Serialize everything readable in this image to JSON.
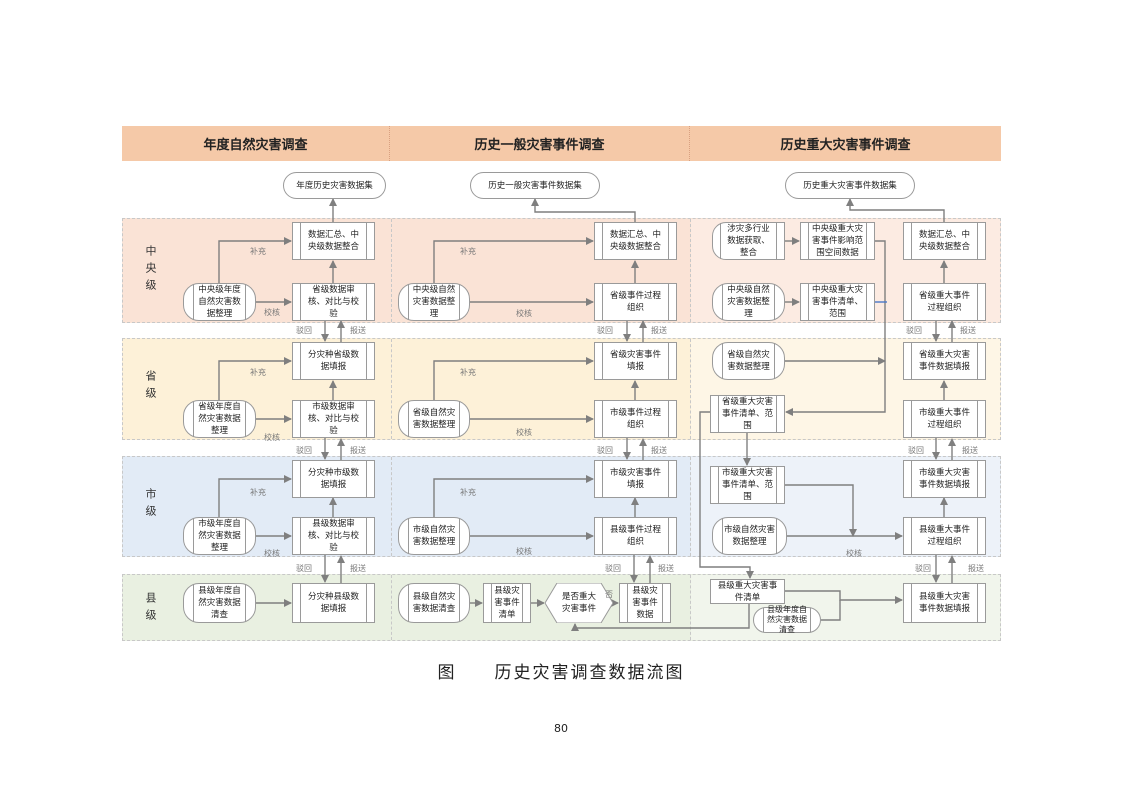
{
  "header": {
    "col1": "年度自然灾害调查",
    "col2": "历史一般灾害事件调查",
    "col3": "历史重大灾害事件调查"
  },
  "lanes": {
    "central": "中央级",
    "province": "省级",
    "city": "市级",
    "county": "县级"
  },
  "edge_labels": {
    "supplement": "补充",
    "verify": "校核",
    "reject": "驳回",
    "submit": "报送",
    "no": "否"
  },
  "nodes": {
    "c1_out": "年度历史灾害数据集",
    "c1_n1": "数据汇总、中央级数据整合",
    "c1_n2": "省级数据审核、对比与校验",
    "c1_s1": "中央级年度自然灾害数据整理",
    "c1_p1": "分灾种省级数据填报",
    "c1_p2": "市级数据审核、对比与校验",
    "c1_s2": "省级年度自然灾害数据整理",
    "c1_m1": "分灾种市级数据填报",
    "c1_m2": "县级数据审核、对比与校验",
    "c1_s3": "市级年度自然灾害数据整理",
    "c1_k1": "分灾种县级数据填报",
    "c1_s4": "县级年度自然灾害数据清查",
    "c2_out": "历史一般灾害事件数据集",
    "c2_n1": "数据汇总、中央级数据整合",
    "c2_n2": "省级事件过程组织",
    "c2_s1": "中央级自然灾害数据整理",
    "c2_p1": "省级灾害事件填报",
    "c2_p2": "市级事件过程组织",
    "c2_s2": "省级自然灾害数据整理",
    "c2_m1": "市级灾害事件填报",
    "c2_m2": "县级事件过程组织",
    "c2_s3": "市级自然灾害数据整理",
    "c2_s4": "县级自然灾害数据清查",
    "c2_k_list": "县级灾害事件清单",
    "c2_k_dec": "是否重大灾害事件",
    "c2_k1": "县级灾害事件数据",
    "c3_out": "历史重大灾害事件数据集",
    "c3_a1": "涉灾多行业数据获取、整合",
    "c3_a2": "中央级重大灾害事件影响范围空间数据",
    "c3_n1": "数据汇总、中央级数据整合",
    "c3_s1": "中央级自然灾害数据整理",
    "c3_a3": "中央级重大灾害事件清单、范围",
    "c3_n2": "省级重大事件过程组织",
    "c3_s2": "省级自然灾害数据整理",
    "c3_p_list": "省级重大灾害事件清单、范围",
    "c3_p1": "省级重大灾害事件数据填报",
    "c3_p2": "市级重大事件过程组织",
    "c3_m_list": "市级重大灾害事件清单、范围",
    "c3_s3": "市级自然灾害数据整理",
    "c3_m1": "市级重大灾害事件数据填报",
    "c3_m2": "县级重大事件过程组织",
    "c3_k_list": "县级重大灾害事件清单",
    "c3_k_store": "县级年度自然灾害数据清查",
    "c3_k1": "县级重大灾害事件数据填报"
  },
  "caption": "图　　历史灾害调查数据流图",
  "page_number": "80"
}
